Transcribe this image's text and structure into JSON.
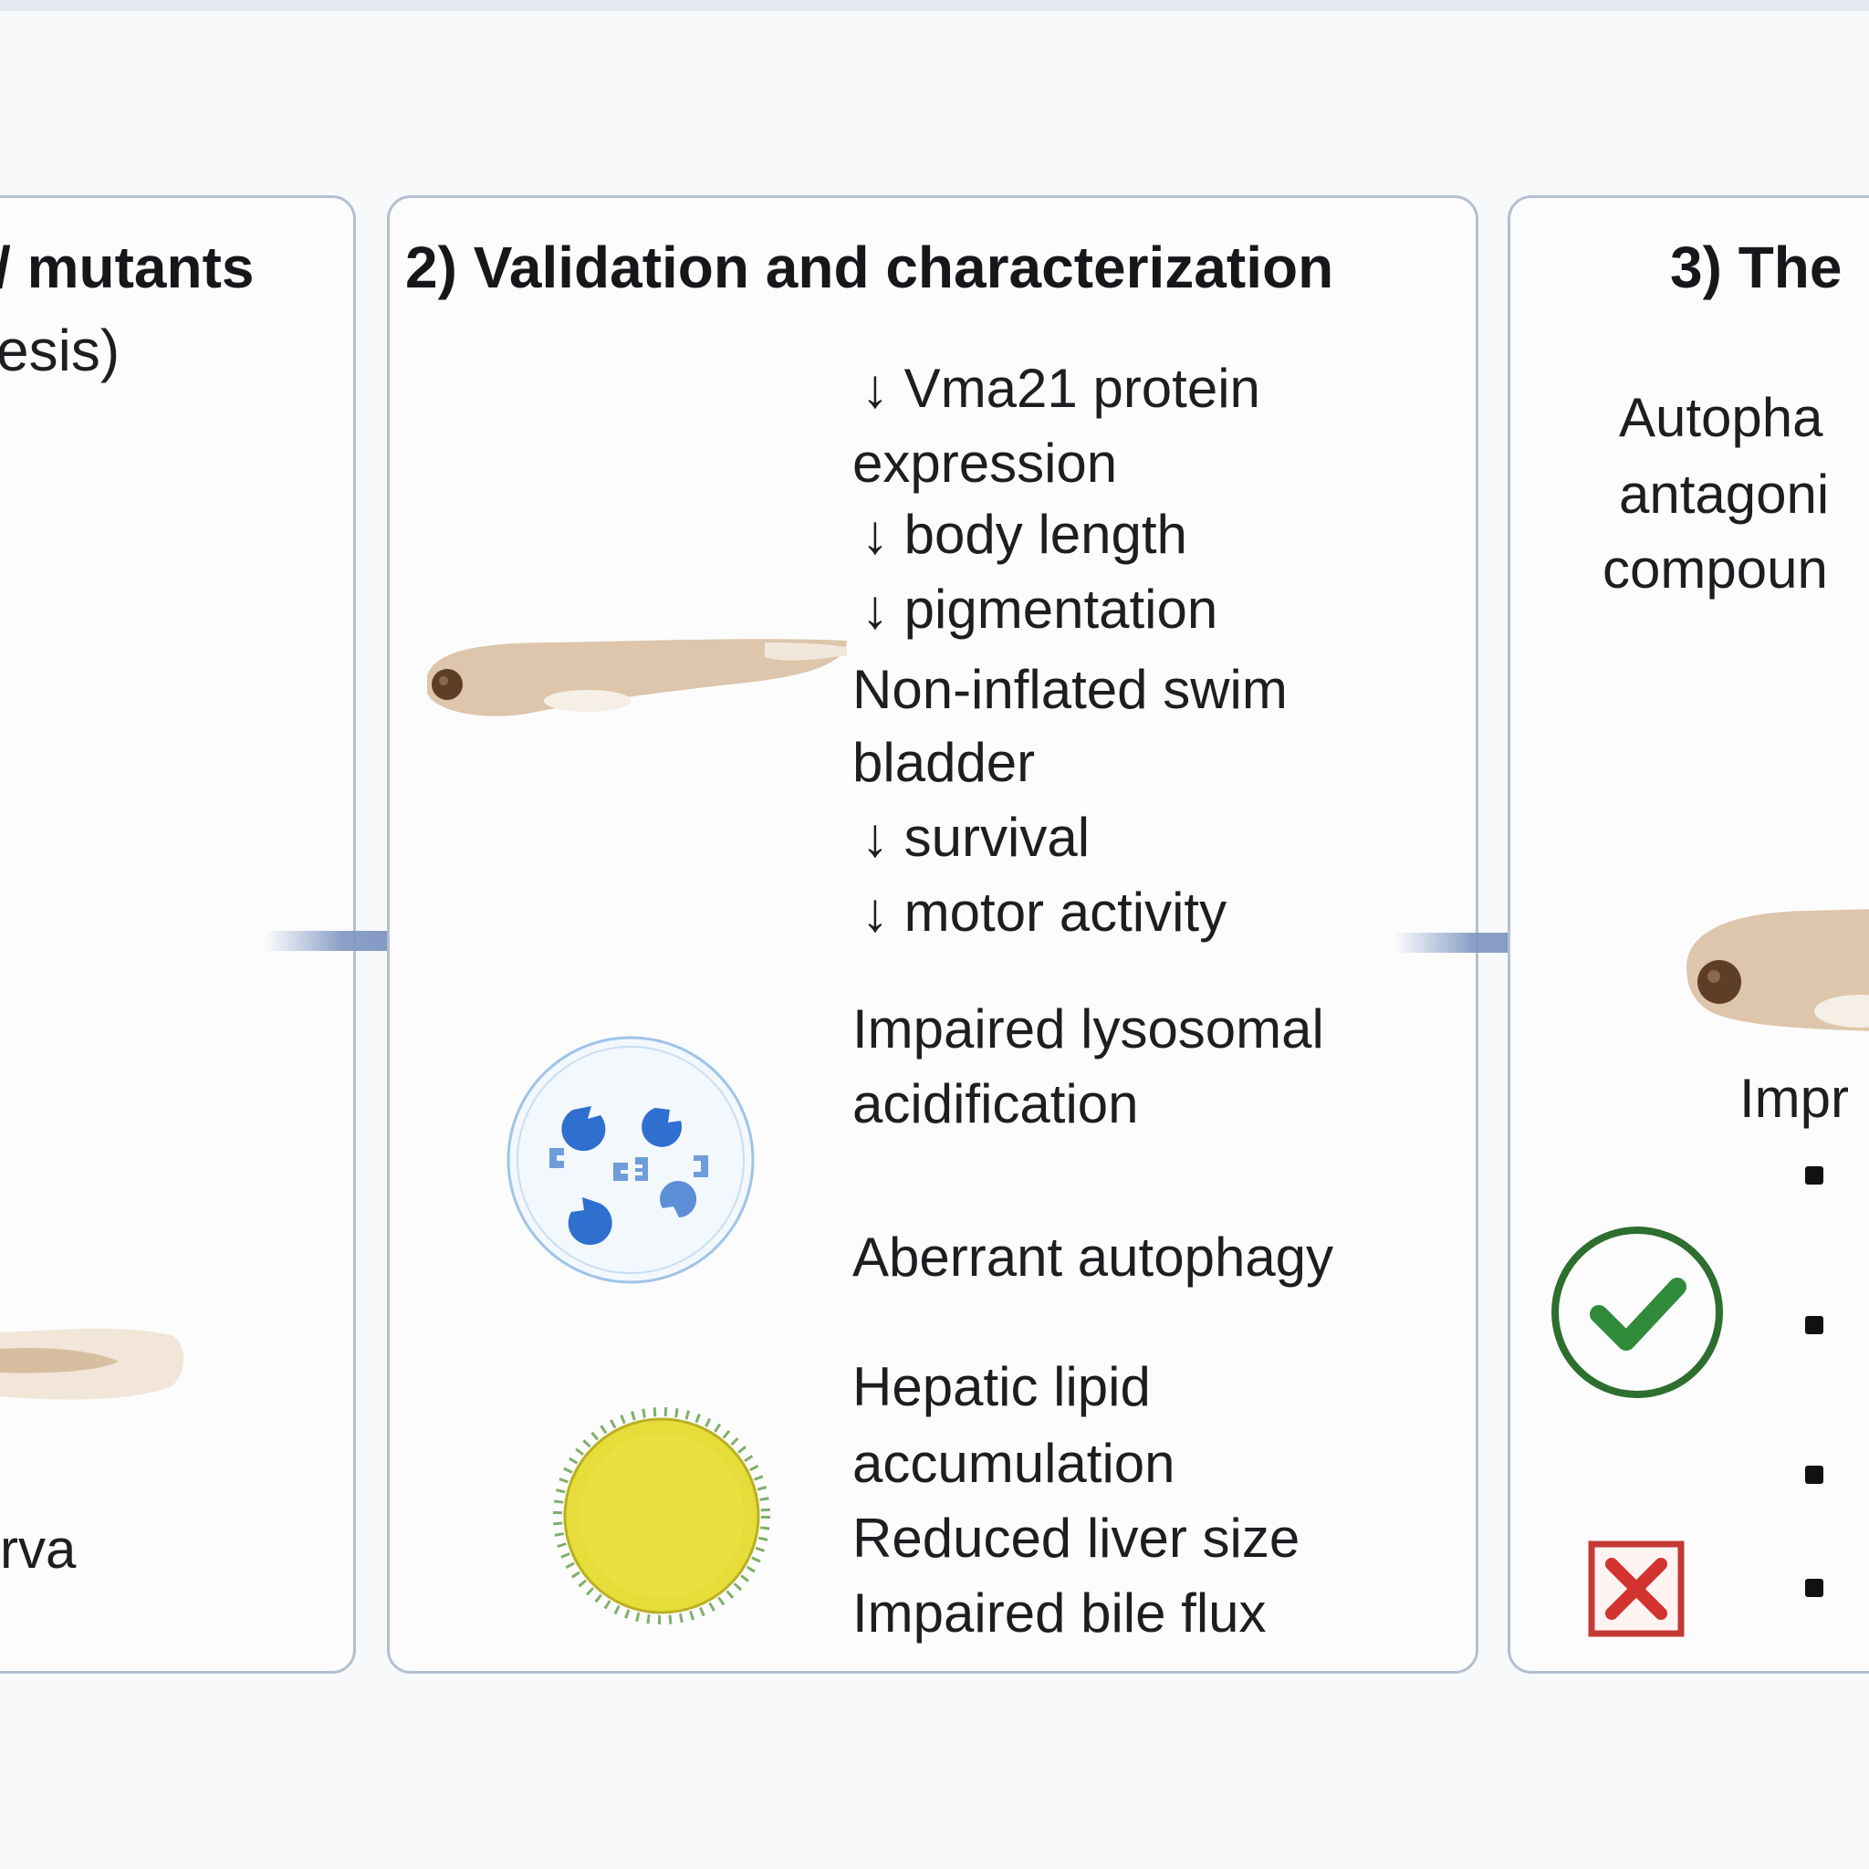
{
  "panel1": {
    "title_line1": "/ mutants",
    "title_line2": "esis)",
    "larva_label": "rva"
  },
  "panel2": {
    "title": "2) Validation and characterization",
    "phenotype_lines": [
      "↓ Vma21 protein",
      "expression",
      "↓ body length",
      "↓ pigmentation",
      "Non-inflated swim",
      "bladder",
      "↓ survival",
      "↓ motor activity"
    ],
    "lysosome_lines": [
      "Impaired lysosomal",
      "acidification"
    ],
    "autophagy_line": "Aberrant autophagy",
    "liver_lines": [
      "Hepatic lipid",
      "accumulation",
      "Reduced liver size",
      "Impaired bile flux"
    ]
  },
  "panel3": {
    "title": "3) The",
    "compound_lines": [
      "Autopha",
      "antagoni",
      "compoun"
    ],
    "improve_label": "Impr"
  },
  "icons": {
    "fish": "zebrafish-larva-icon",
    "lysosome": "lysosome-cell-icon",
    "lipid": "lipid-droplet-icon",
    "check": "check-circle-icon",
    "cross": "cross-box-icon",
    "arrow": "right-arrow-icon"
  },
  "colors": {
    "panel_border": "#b4c0d0",
    "arrow": "#7f96c1",
    "fish": "#dcc4aa",
    "lysosome_blue": "#2f6fd0",
    "lipid_yellow": "#e6dd3a",
    "check_green": "#2f8b3a",
    "cross_red": "#d2332f"
  }
}
